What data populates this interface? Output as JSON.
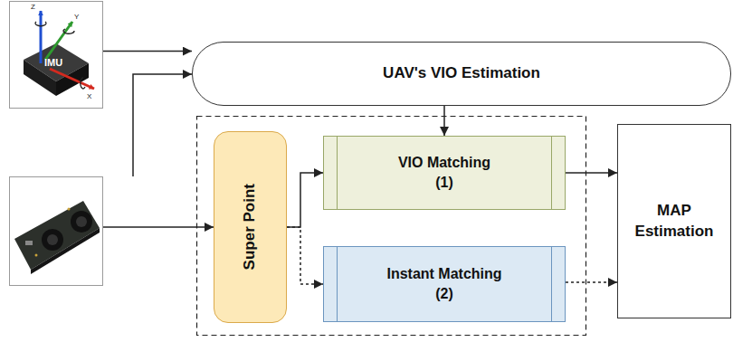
{
  "diagram": {
    "nodes": [
      {
        "text": [
          "IMU"
        ]
      },
      {
        "text": [
          "UAV's VIO Estimation"
        ]
      },
      {
        "text": [
          "Super Point"
        ]
      },
      {
        "text": [
          "VIO Matching (1)"
        ]
      },
      {
        "text": [
          "Instant Matching (2)"
        ]
      },
      {
        "text": [
          "MAP Estimation"
        ]
      }
    ],
    "edges": [
      {
        "from": 0,
        "to": 1,
        "arrow": "to"
      },
      {
        "from": 1,
        "to": 3,
        "arrow": "to"
      },
      {
        "from": 2,
        "to": 3,
        "arrow": "to"
      },
      {
        "from": 2,
        "to": 4,
        "arrow": "to"
      },
      {
        "from": 3,
        "to": 5,
        "arrow": "to"
      },
      {
        "from": 4,
        "to": 5,
        "arrow": "to"
      }
    ],
    "labels": [
      "Z",
      "Y",
      "X"
    ]
  }
}
